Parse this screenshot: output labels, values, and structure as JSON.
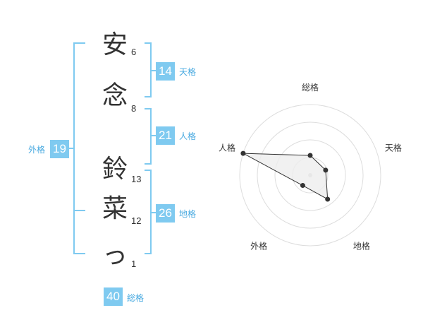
{
  "name": {
    "characters": [
      {
        "char": "安",
        "strokes": "6"
      },
      {
        "char": "念",
        "strokes": "8"
      },
      {
        "char": "鈴",
        "strokes": "13"
      },
      {
        "char": "菜",
        "strokes": "12"
      },
      {
        "char": "っ",
        "strokes": "1"
      }
    ]
  },
  "fortune": {
    "tenkaku": {
      "value": "14",
      "label": "天格"
    },
    "jinkaku": {
      "value": "21",
      "label": "人格"
    },
    "chikaku": {
      "value": "26",
      "label": "地格"
    },
    "gaikaku": {
      "value": "19",
      "label": "外格"
    },
    "soukaku": {
      "value": "40",
      "label": "総格"
    }
  },
  "colors": {
    "accent": "#7fcaf0",
    "label": "#47a9e0",
    "bracket": "#7fcaf0",
    "text": "#333333",
    "radar_fill": "#eeeeee",
    "radar_ring": "#dddddd"
  },
  "chart_data": {
    "type": "radar",
    "axes": [
      "総格",
      "天格",
      "地格",
      "外格",
      "人格"
    ],
    "values": [
      0.28,
      0.23,
      0.42,
      0.18,
      1.0
    ],
    "range": [
      0,
      1
    ],
    "rings": 4
  }
}
